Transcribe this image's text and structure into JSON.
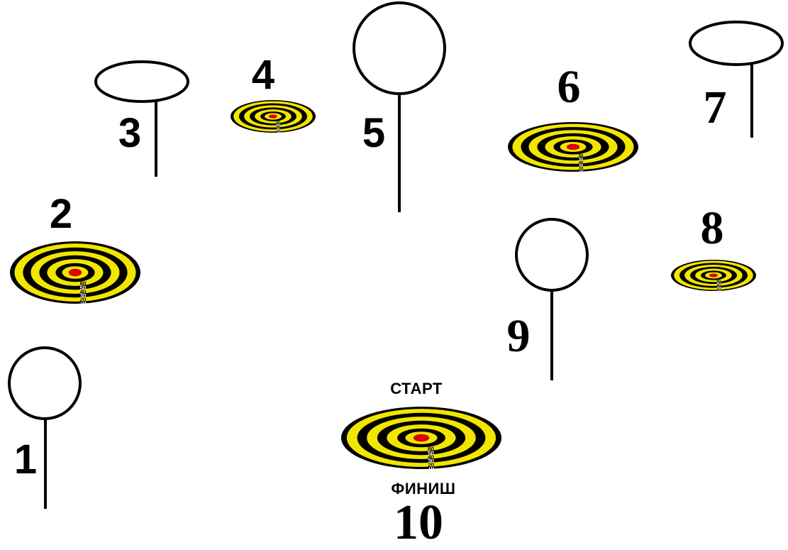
{
  "colors": {
    "ink": "#000000",
    "ring_yellow": "#f2e600",
    "bull": "#e00000",
    "paper": "#ffffff"
  },
  "target_ring_labels": [
    "10",
    "20",
    "30",
    "40",
    "50",
    "60"
  ],
  "stations": [
    {
      "number": "1",
      "marker": "pole-circle"
    },
    {
      "number": "2",
      "marker": "target"
    },
    {
      "number": "3",
      "marker": "pole-ellipse"
    },
    {
      "number": "4",
      "marker": "target"
    },
    {
      "number": "5",
      "marker": "pole-circle"
    },
    {
      "number": "6",
      "marker": "target"
    },
    {
      "number": "7",
      "marker": "pole-ellipse"
    },
    {
      "number": "8",
      "marker": "target"
    },
    {
      "number": "9",
      "marker": "pole-circle"
    },
    {
      "number": "10",
      "marker": "target"
    }
  ],
  "start_label": "СТАРТ",
  "finish_label": "ФИНИШ"
}
